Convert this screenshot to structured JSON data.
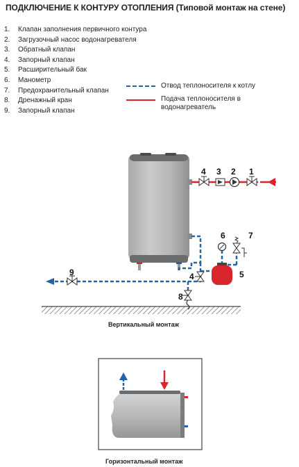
{
  "title": "ПОДКЛЮЧЕНИЕ К КОНТУРУ ОТОПЛЕНИЯ",
  "title_suffix": "(Типовой монтаж на стене)",
  "legend_items": [
    {
      "num": "1.",
      "label": "Клапан заполнения первичного контура"
    },
    {
      "num": "2.",
      "label": "Загрузочный насос водонагревателя"
    },
    {
      "num": "3.",
      "label": "Обратный клапан"
    },
    {
      "num": "4.",
      "label": "Запорный клапан"
    },
    {
      "num": "5.",
      "label": "Расширительный бак"
    },
    {
      "num": "6.",
      "label": "Манометр"
    },
    {
      "num": "7.",
      "label": "Предохранительный клапан"
    },
    {
      "num": "8.",
      "label": "Дренажный кран"
    },
    {
      "num": "9.",
      "label": "Запорный клапан"
    }
  ],
  "line_legend": {
    "return_line": "Отвод теплоносителя к котлу",
    "supply_line_1": "Подача теплоносителя в",
    "supply_line_2": "водонагреватель"
  },
  "diagram_labels": {
    "n1": "1",
    "n2": "2",
    "n3": "3",
    "n4_top": "4",
    "n4_bottom": "4",
    "n5": "5",
    "n6": "6",
    "n7": "7",
    "n8": "8",
    "n9": "9"
  },
  "captions": {
    "vertical": "Вертикальный монтаж",
    "horizontal": "Горизонтальный монтаж"
  },
  "colors": {
    "return_blue": "#2563a8",
    "supply_red": "#d9262c",
    "tank_gray": "#b8b9bb"
  }
}
